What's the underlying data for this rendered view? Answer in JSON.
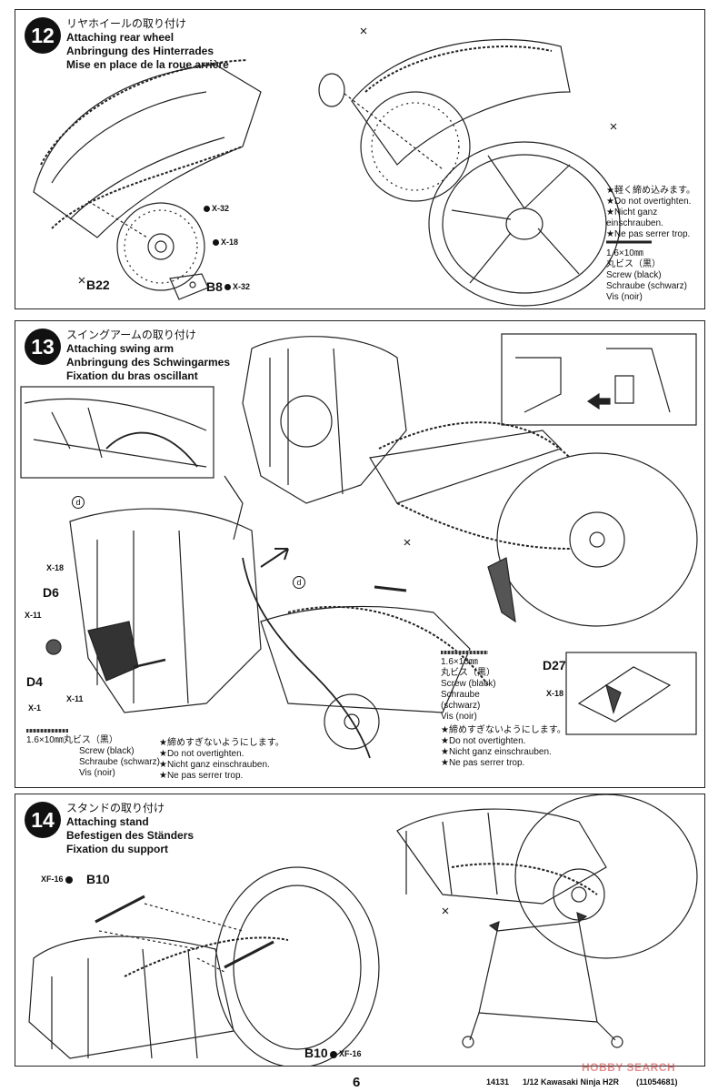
{
  "step12": {
    "number": "12",
    "title_jp": "リヤホイールの取り付け",
    "title_en": "Attaching rear wheel",
    "title_de": "Anbringung des Hinterrades",
    "title_fr": "Mise en place de la roue arrière",
    "parts": {
      "x32_upper": "X-32",
      "x18": "X-18",
      "b22": "B22",
      "b8": "B8",
      "x32_lower": "X-32"
    },
    "note": [
      "★軽く締め込みます。",
      "★Do not overtighten.",
      "★Nicht ganz",
      "einschrauben.",
      "★Ne pas serrer trop."
    ],
    "screw": {
      "size": "1.6×10㎜",
      "jp": "丸ビス（黒）",
      "en": "Screw (black)",
      "de": "Schraube (schwarz)",
      "fr": "Vis (noir)"
    }
  },
  "step13": {
    "number": "13",
    "title_jp": "スイングアームの取り付け",
    "title_en": "Attaching swing arm",
    "title_de": "Anbringung des Schwingarmes",
    "title_fr": "Fixation du bras oscillant",
    "parts": {
      "x18_top": "X-18",
      "d6": "D6",
      "x11_a": "X-11",
      "d4": "D4",
      "x1": "X-1",
      "x11_b": "X-11",
      "d27": "D27",
      "x18_right": "X-18",
      "d_marker_a": "d",
      "d_marker_b": "d"
    },
    "screw_left": {
      "size_jp": "1.6×10㎜丸ビス（黒）",
      "en": "Screw (black)",
      "de": "Schraube (schwarz)",
      "fr": "Vis (noir)"
    },
    "note_left": [
      "★締めすぎないようにします。",
      "★Do not overtighten.",
      "★Nicht ganz einschrauben.",
      "★Ne pas serrer trop."
    ],
    "screw_right": {
      "size": "1.6×10㎜",
      "jp": "丸ビス（黒）",
      "en": "Screw (black)",
      "de": "Schraube",
      "de2": "(schwarz)",
      "fr": "Vis (noir)"
    },
    "note_right": [
      "★締めすぎないようにします。",
      "★Do not overtighten.",
      "★Nicht ganz einschrauben.",
      "★Ne pas serrer trop."
    ]
  },
  "step14": {
    "number": "14",
    "title_jp": "スタンドの取り付け",
    "title_en": "Attaching stand",
    "title_de": "Befestigen des Ständers",
    "title_fr": "Fixation du support",
    "parts": {
      "xf16_top": "XF-16",
      "b10_top": "B10",
      "b10_bottom": "B10",
      "xf16_bottom": "XF-16"
    }
  },
  "footer": {
    "page": "6",
    "kit_code": "14131",
    "kit_name": "1/12 Kawasaki Ninja H2R",
    "part_no": "(11054681)"
  },
  "watermark": "HOBBY SEARCH",
  "colors": {
    "ink": "#111111",
    "paper": "#ffffff",
    "watermark": "#cc3333"
  }
}
